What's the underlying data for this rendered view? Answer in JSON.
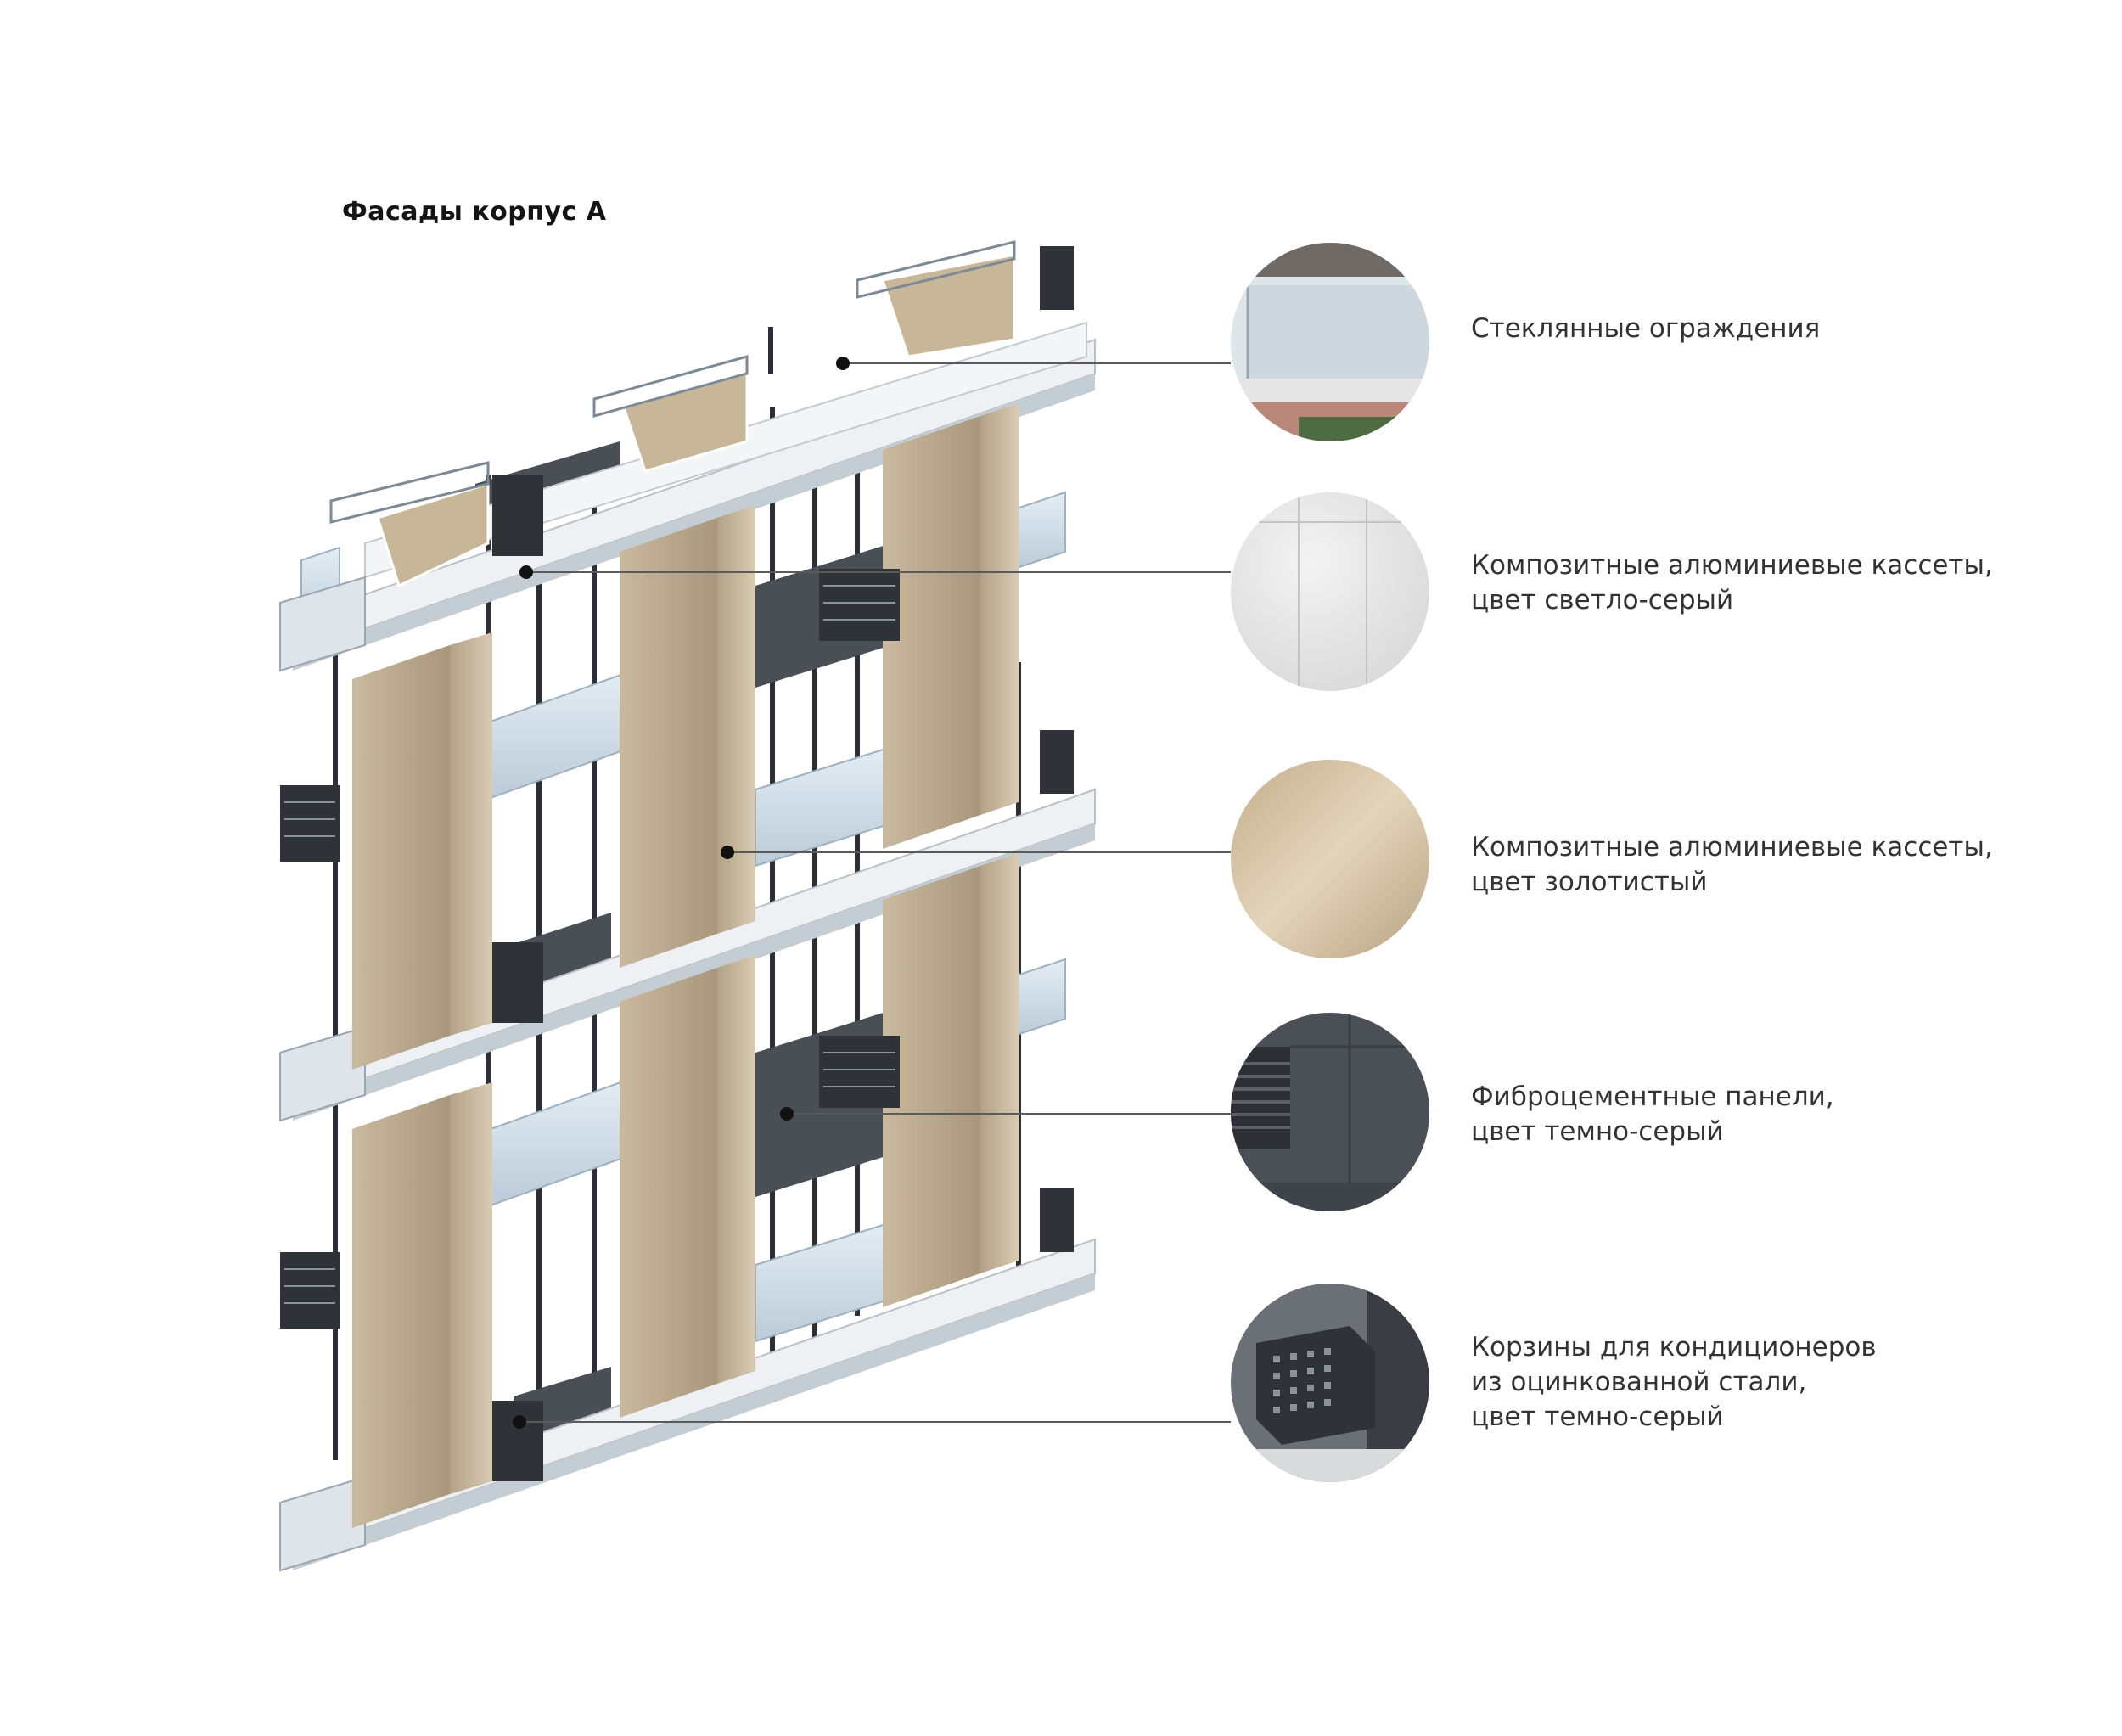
{
  "title": "Фасады корпус А",
  "materials": [
    {
      "name": "glass-railings",
      "icon": "glass-railing-photo",
      "lines": [
        "Стеклянные ограждения"
      ],
      "color": "#c9d6dc"
    },
    {
      "name": "aluminium-cassettes-light-grey",
      "icon": "light-grey-panel-swatch",
      "lines": [
        "Композитные алюминиевые кассеты,",
        "цвет светло-серый"
      ],
      "color": "#e6e6e6"
    },
    {
      "name": "aluminium-cassettes-gold",
      "icon": "gold-panel-swatch",
      "lines": [
        "Композитные алюминиевые кассеты,",
        "цвет золотистый"
      ],
      "color": "#d3bfa0"
    },
    {
      "name": "fibre-cement-panels",
      "icon": "dark-grey-panel-swatch",
      "lines": [
        "Фиброцементные панели,",
        "цвет темно-серый"
      ],
      "color": "#4a4e54"
    },
    {
      "name": "ac-baskets",
      "icon": "ac-basket-photo",
      "lines": [
        "Корзины для кондиционеров",
        "из оцинкованной стали,",
        "цвет темно-серый"
      ],
      "color": "#3a3d42"
    }
  ],
  "palette": {
    "gold": "#b7a78f",
    "gold_light": "#d2c3a9",
    "slab": "#eef0f3",
    "glass": "#cfdde8",
    "dark": "#3c4047",
    "frame": "#2c3036"
  }
}
